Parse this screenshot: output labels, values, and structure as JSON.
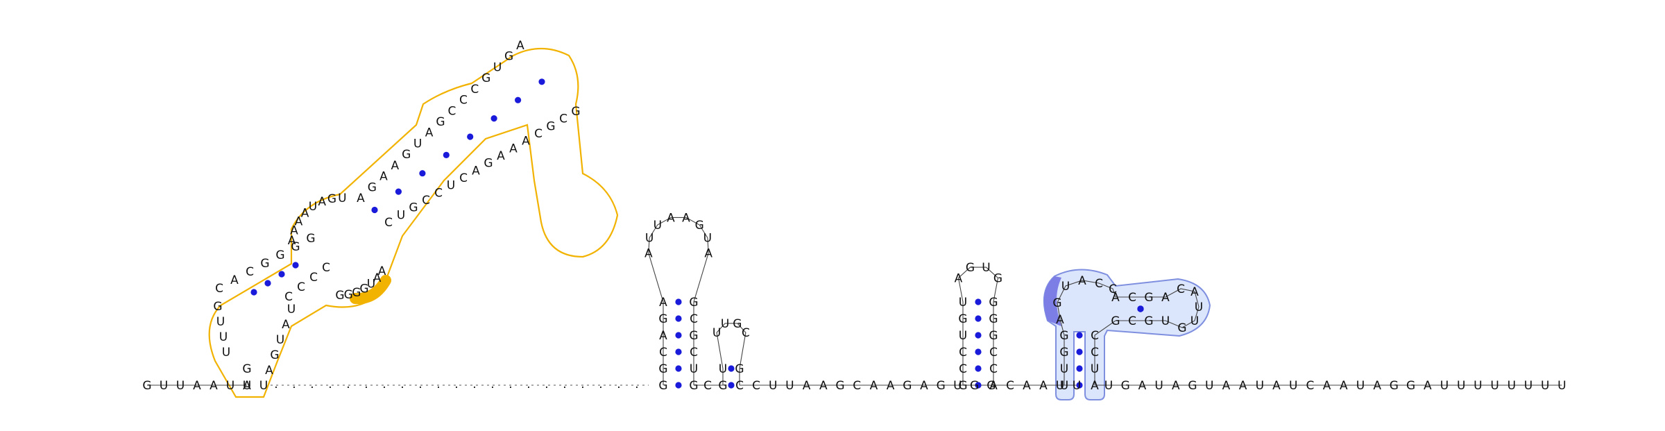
{
  "colors": {
    "highlight_orange": "#f2b200",
    "highlight_blue_fill": "#dbe5fb",
    "highlight_blue_stroke": "#7f8fe0",
    "highlight_blue_dark": "#7d7de6",
    "base_pair_dot": "#1a1adb"
  },
  "sequence": {
    "five_prime_tail": "GUUAAUA",
    "missing_region_marker": ".",
    "linker_1": "C",
    "linker_2": "CUUAAGCAAGAGUGG",
    "linker_3": "CAAUU",
    "three_prime_tail": "UGAUAGUAAUAUCAAUAGGAUUUUUUUU"
  },
  "helix_1": {
    "left_strand": "UGUUUGCACGGGG",
    "right_strand": "CCCCUAUGAU"
  },
  "internal_loop_1": {
    "left_side": "AAAAUAGU",
    "right_side": "GGGGUAA"
  },
  "helix_2": {
    "left_strand": "AGAAGUAGCCCGUGA",
    "right_strand": "CUGCCUCAGAAACGCG"
  },
  "hairpin_1": {
    "stem_5": "GGCAGA",
    "loop": "AUUAAGUA",
    "stem_3": "GCGCUG"
  },
  "hairpin_2": {
    "stem_5": "GU",
    "loop": "UUGC",
    "stem_3": "GC"
  },
  "hairpin_3": {
    "stem_5": "GCCUGU",
    "loop": "AGUG",
    "stem_3": "GGGCCA"
  },
  "pseudoknot_region": {
    "left_arm": "UUGGAG",
    "top_left": "UACC",
    "top_right": "ACGA",
    "loop_right": "CAUUG",
    "lower_strand": "UGCG",
    "right_arm": "CCUA"
  }
}
